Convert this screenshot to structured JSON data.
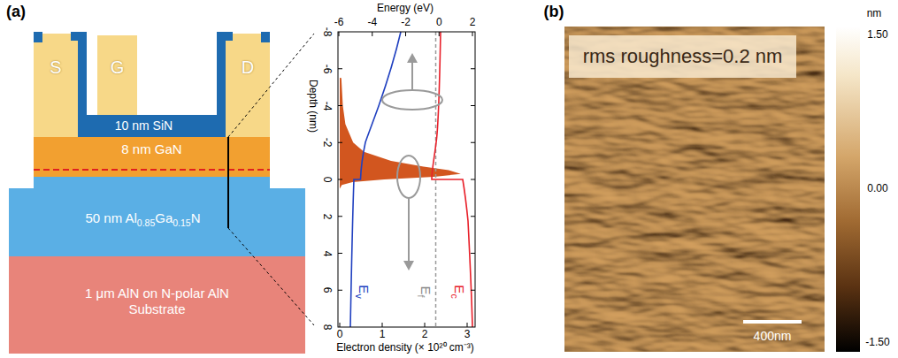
{
  "diagram": {
    "nodes": [
      {
        "text": [
          "S"
        ]
      },
      {
        "text": [
          "G"
        ]
      },
      {
        "text": [
          "D"
        ]
      },
      {
        "text": [
          "10 nm SiN"
        ]
      },
      {
        "text": [
          "8 nm GaN"
        ]
      },
      {
        "text": [
          "50 nm Al0.85Ga0.15N"
        ]
      },
      {
        "text": [
          "1 μm AlN on N-polar AlN Substrate"
        ]
      },
      {
        "text": [
          "rms roughness=0.2 nm"
        ]
      }
    ],
    "labels": [
      "(a)",
      "Energy (eV)",
      "-6",
      "-4",
      "-2",
      "0",
      "2",
      "Depth (nm)",
      "-8",
      "-6",
      "-4",
      "-2",
      "0",
      "2",
      "4",
      "6",
      "8",
      "Ev",
      "Ef",
      "Ec",
      "0",
      "1",
      "2",
      "3",
      "Electron density (× 10²⁰ cm⁻³)",
      "(b)",
      "nm",
      "1.50",
      "0.00",
      "-1.50",
      "400nm"
    ]
  }
}
